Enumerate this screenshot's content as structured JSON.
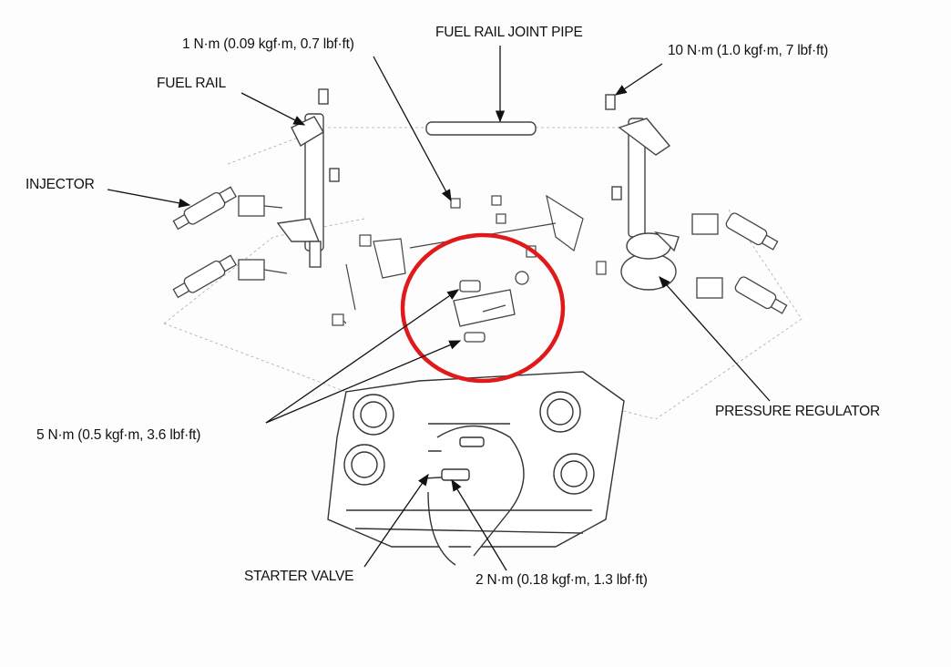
{
  "labels": {
    "torque_1nm": "1 N·m (0.09 kgf·m, 0.7 lbf·ft)",
    "fuel_rail_joint_pipe": "FUEL RAIL JOINT PIPE",
    "torque_10nm": "10 N·m (1.0 kgf·m, 7 lbf·ft)",
    "fuel_rail": "FUEL RAIL",
    "injector": "INJECTOR",
    "pressure_regulator": "PRESSURE REGULATOR",
    "torque_5nm": "5 N·m (0.5 kgf·m, 3.6 lbf·ft)",
    "starter_valve": "STARTER VALVE",
    "torque_2nm": "2 N·m (0.18 kgf·m, 1.3 lbf·ft)"
  },
  "colors": {
    "highlight": "#e0191b",
    "line": "#222222",
    "part": "#555555"
  }
}
